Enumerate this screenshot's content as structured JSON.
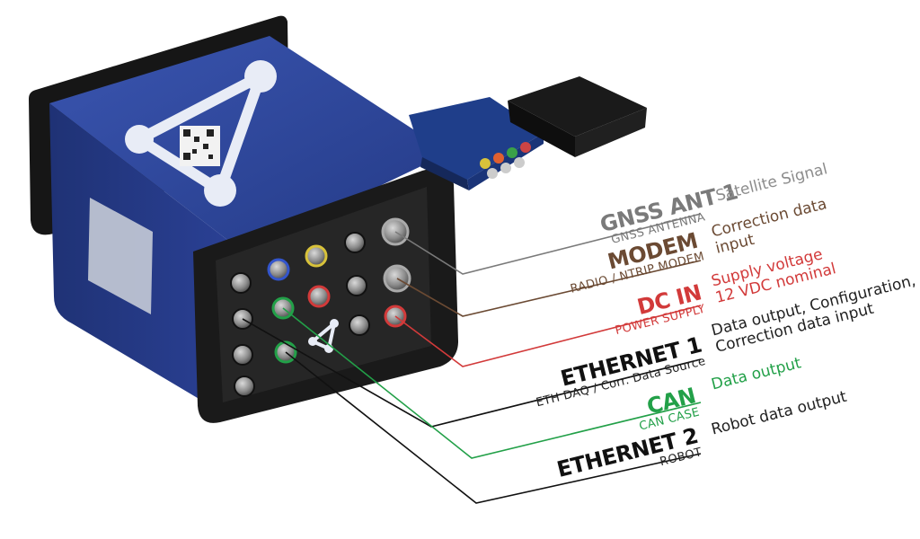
{
  "ports": [
    {
      "label": "GNSS ANT 1",
      "sublabel": "GNSS ANTENNA",
      "description": "Satellite Signal",
      "color": "#7a7a7a",
      "desc_color": "#8c8c8c"
    },
    {
      "label": "MODEM",
      "sublabel": "RADIO / NTRIP MODEM",
      "description": "Correction data\ninput",
      "color": "#6b4a33",
      "desc_color": "#6b4a33"
    },
    {
      "label": "DC IN",
      "sublabel": "POWER SUPPLY",
      "description": "Supply voltage\n12 VDC nominal",
      "color": "#d23a3a",
      "desc_color": "#d23a3a"
    },
    {
      "label": "ETHERNET 1",
      "sublabel": "ETH DAQ / Corr. Data Source",
      "description": "Data output, Configuration,\nCorrection data input",
      "color": "#111111",
      "desc_color": "#222222"
    },
    {
      "label": "CAN",
      "sublabel": "CAN CASE",
      "description": "Data output",
      "color": "#22a048",
      "desc_color": "#22a048"
    },
    {
      "label": "ETHERNET 2",
      "sublabel": "ROBOT",
      "description": "Robot data output",
      "color": "#111111",
      "desc_color": "#222222"
    }
  ],
  "device": {
    "body_color": "#2a3f8f",
    "frame_color": "#1c1c1c"
  }
}
